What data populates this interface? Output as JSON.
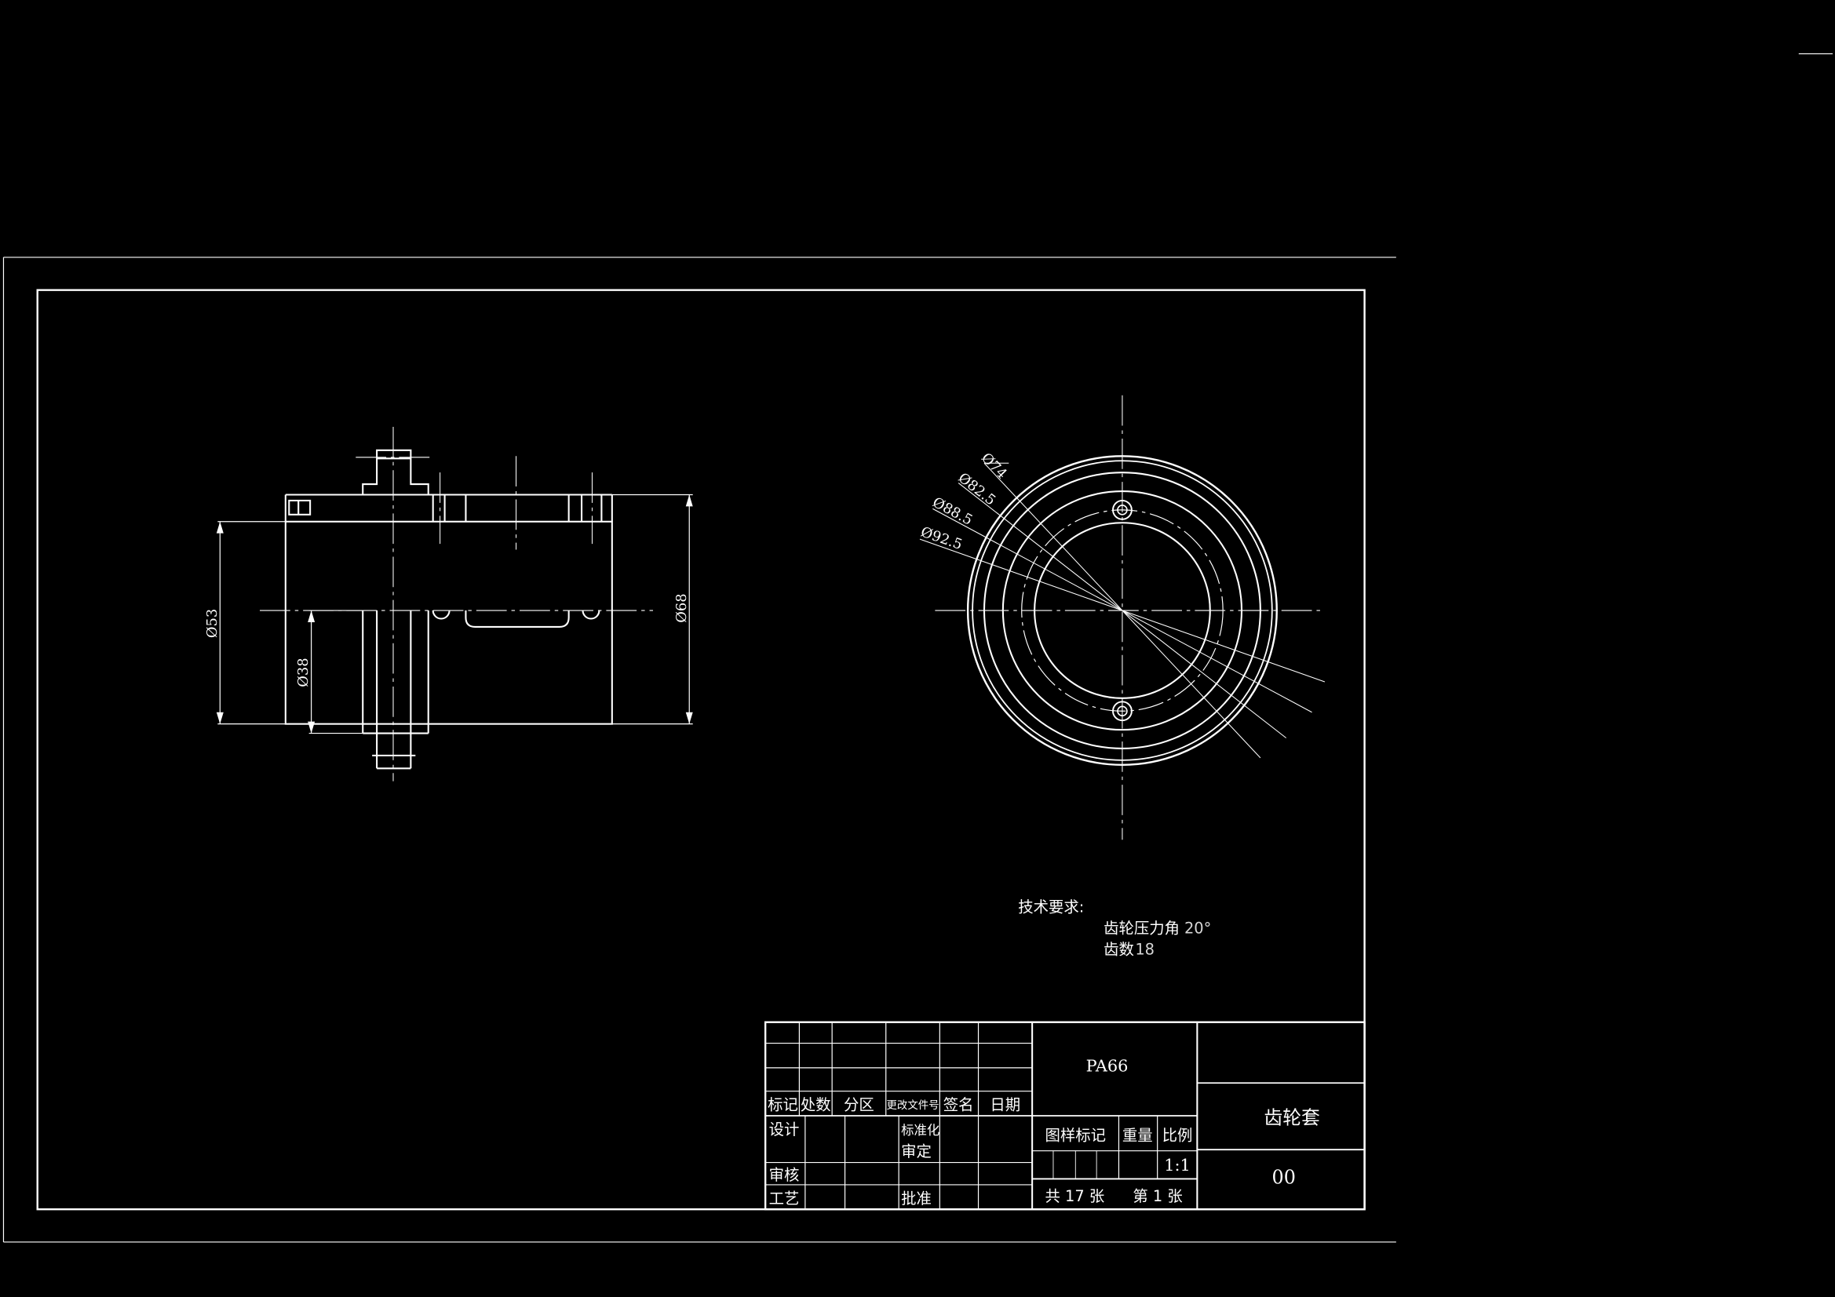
{
  "colors": {
    "background": "#000000",
    "line": "#ffffff",
    "dim_text": "#d8d8d8"
  },
  "front_view": {
    "dim_left_outer": "Ø53",
    "dim_left_inner": "Ø38",
    "dim_right": "Ø68"
  },
  "side_view": {
    "dim_1": "Ø74",
    "dim_2": "Ø82.5",
    "dim_3": "Ø88.5",
    "dim_4": "Ø92.5"
  },
  "tech_requirements": {
    "title": "技术要求:",
    "line1_label": "齿轮压力角",
    "line1_value": "20°",
    "line2_label": "齿数",
    "line2_value": "18"
  },
  "title_block": {
    "material": "PA66",
    "part_name": "齿轮套",
    "drawing_no": "00",
    "headers": {
      "mark": "标记",
      "count": "处数",
      "zone": "分区",
      "change_doc": "更改文件号",
      "signature": "签名",
      "date": "日期"
    },
    "roles": {
      "design": "设计",
      "standardize": "标准化",
      "finalize": "审定",
      "review": "审核",
      "process": "工艺",
      "approve": "批准"
    },
    "labels": {
      "sample_mark": "图样标记",
      "weight": "重量",
      "scale": "比例"
    },
    "scale_value": "1:1",
    "sheet_total": "共 17 张",
    "sheet_current": "第 1 张"
  }
}
